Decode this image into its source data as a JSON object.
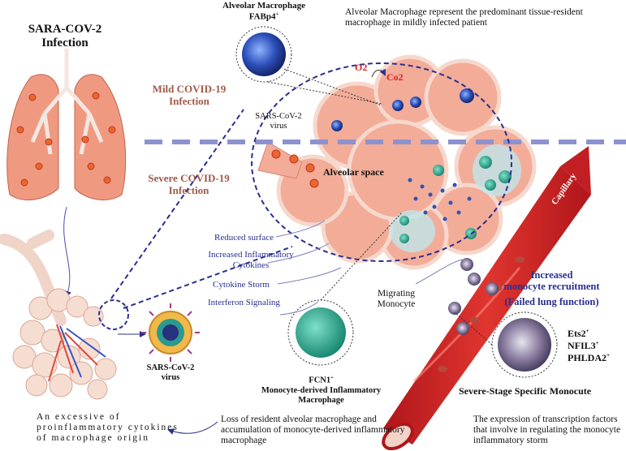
{
  "infection": {
    "title": "SARA-COV-2",
    "subtitle": "Infection"
  },
  "alveolar_macrophage": {
    "title": "Alveolar Macrophage",
    "marker": "FABp4",
    "marker_sup": "+",
    "note": "Alveolar Macrophage represent the predominant tissue-resident macrophage in mildly infected patient"
  },
  "stages": {
    "mild": "Mild COVID-19 Infection",
    "severe": "Severe COVID-19 Infection"
  },
  "gas": {
    "o2": "O2",
    "co2": "Co2"
  },
  "virus_label": "SARS-CoV-2 virus",
  "alveolar_space": "Alveolar space",
  "capillary": "Capillary",
  "effects": [
    "Reduced surface",
    "Increased Inflammatory Cytokines",
    "Cytokine Storm",
    "Interferon Signaling"
  ],
  "migrating": "Migrating Monocyte",
  "recruitment": {
    "line1": "Increased",
    "line2": "monocyte recruitment",
    "line3": "(Failed lung function)"
  },
  "virus2": "SARS-CoV-2 virus",
  "fcn1": {
    "marker": "FCN1",
    "marker_sup": "+",
    "name": "Monocyte-derived Inflammatory Macrophage"
  },
  "genes": [
    {
      "name": "Ets2",
      "sup": "+"
    },
    {
      "name": "NFIL3",
      "sup": "+"
    },
    {
      "name": "PHLDA2",
      "sup": "+"
    }
  ],
  "severe_monocyte": "Severe-Stage Specific Monocute",
  "bottom": {
    "left": "An excessive of proinflammatory cytokines of macrophage origin",
    "middle": "Loss of resident alveolar macrophage and accumulation of monocyte-derived inflammatory macrophage",
    "right": "The expression of transcription factors that involve in regulating the monocyte inflammatory storm"
  },
  "colors": {
    "navy": "#2a2f8f",
    "brown": "#a05a4a",
    "alveolus": "#f2ac98",
    "vessel": "#d7282b",
    "virus": "#e7682a"
  }
}
